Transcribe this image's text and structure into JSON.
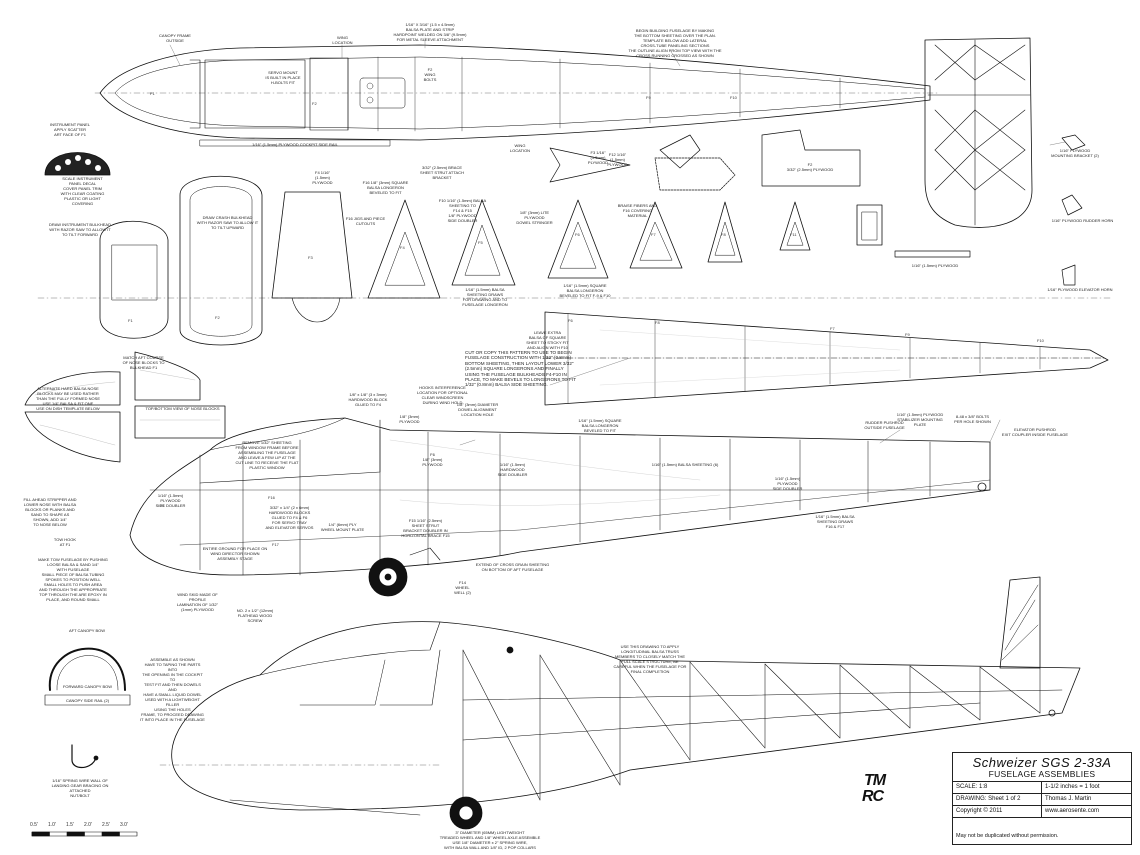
{
  "title_block": {
    "title": "Schweizer SGS 2-33A",
    "subtitle": "FUSELAGE ASSEMBLIES",
    "scale_label": "SCALE: 1:8",
    "scale_value": "1-1/2 inches = 1 foot",
    "drawing_label": "DRAWING: Sheet 1 of 2",
    "author": "Thomas J. Martin",
    "copyright": "Copyright © 2011",
    "website": "www.aerosente.com",
    "warning": "May not be duplicated without permission."
  },
  "logo": {
    "line1": "TM",
    "line2": "RC"
  },
  "scale_bar": {
    "ticks": [
      "0.5'",
      "1.0'",
      "1.5'",
      "2.0'",
      "2.5'",
      "3.0'"
    ]
  },
  "notes": {
    "canopy_frame": "CANOPY FRAME\nOUTSIDE",
    "wing_location": "WING\nLOCATION",
    "top_stringers": "1/16\" X 3/16\" (1.5 x 4.5mm)\nBALSA PLATE AND STRIP\nHARDPOINT WELDED ON 3/8\" (9.5mm)\nFOR METAL SLEEVE ATTACHMENT",
    "begin_building": "BEGIN BUILDING FUSELAGE BY MAKING\nTHE BOTTOM SHEETING OVER THE PLAN.\nTEMPLATE BELOW ADD LATERAL\nCROSS-TUBE PANELING SECTIONS\nTHE OUTLINE ALIGN FROM TOP VIEW WITH THE\nCROSS RUNNING CROSSED AS SHOWN",
    "servo_mount": "SERVO MOUNT\nIS BUILT IN PLACE\nH-BOLTS FIT",
    "wing_bolts": "F2\nWING\nBOLTS",
    "instrument_panel": "INSTRUMENT PANEL\nAPPLY SCATTER\nART FACE OF F1",
    "instrument_panel_detail": "SCALE INSTRUMENT\nPANEL DECAL\nCOVER PANEL TRIM\nWITH CLEAR COATING\nPLASTIC OR LIGHT\nCOVERING",
    "cockpit_side_rail": "1/16\" (1.5mm) PLYWOOD COCKPIT SIDE RAIL",
    "wing_location_lower": "WING\nLOCATION",
    "f3_plywood": "F3 1/16\"\n(1.5mm)\nPLYWOOD",
    "brace_strut": "3/32\" (2.5mm) BRACE\nSHEET STRUT ATTACH\nBRACKET",
    "f2_plywood": "F2\n3/32\" (2.5mm) PLYWOOD",
    "f4_plywood": "F4 1/16\"\n(1.5mm)\nPLYWOOD",
    "f4_cutouts": "F16 JIGS AND PIECE\nCUTOUTS",
    "f5_square_balsa": "F16 1/8\" (3mm) SQUARE\nBALSA LONGERON\nBEVELED TO FIT",
    "f6_balsa_sheet": "F10 1/16\" (1.5mm) BALSA\nSHEETING TO\nF14 & F15\n1/8\" PLYWOOD\nSIDE DOUBLER",
    "fuselage_sides": "1/8\" (3mm) LITE\nPLYWOOD\nDOWEL STRINGER",
    "carbon_fiber": "BRAISE FIBERS AND\nF16 COVERING\nMATERIAL",
    "square_balsa": "1/16\" (1.5mm) SQUARE\nBALSA LONGERON\nBEVELED TO FIT F-9 & F10",
    "inside_square": "1/16\" (1.5mm) BALSA\nSHEETING DRAWS\nFOR DRAWING AND TO\nFUSELAGE LONGERON",
    "crash_bulkhead": "DRAW CRASH BULKHEAD\nWITH RAZOR SAW TO ALLOW IT\nTO TILT UPWARD",
    "f1_bulkhead": "DRAW INSTRUMENT BULKHEAD\nWITH RAZOR SAW TO ALLOW IT\nTO TILT FORWARD",
    "attach_pieces": "MATCH AFT COURSE\nOF NOSE BLOCKS TO\nBULKHEAD F1",
    "nose_blocks": "ALTERNATE HARD BALSA NOSE\nBLOCKS MAY BE USED RATHER\nTHAN THE FULLY FORMED NOSE\nUSE 1/4\" BALSA & FIT ONE\nUSE ON DISH TEMPLATE BELOW",
    "nose_view": "TOP/BOTTOM VIEW OF NOSE BLOCKS",
    "lower_longerons": "CUT OR COPY THIS PATTERN TO USE TO BEGIN\nFUSELAGE CONSTRUCTION WITH 1/32\" (0.8mm)\nBOTTOM SHEETING, THEN LAYOUT LOWER 3/32\"\n(2.5mm) SQUARE LONGERONS AND FINALLY\nUSING THE FUSELAGE BULKHEADS F4-F10 IN\nPLACE, TO MAKE BEVELS TO LONGERONS TO FIT\n1/32\" (0.8mm) BALSA SIDE SHEETING.",
    "leave_extra": "LEAVE EXTRA\nBALSA OF SQUARE\nSHEET TO STICKY FIT\nAND ALIGN WITH F10",
    "hooks": "HOOKS INTERFERENCE\nLOCATION FOR OPTIONAL\nCLEAR WINDSCREEN\nDURING WIND HOLD",
    "canopy_fix": "1/8\" x 1/8\" (3 x 3mm)\nHARDWOOD BLOCK\nGLUED TO F4",
    "wingtip_ply": "1/8\" (3mm)\nPLYWOOD",
    "dowel": "1/8\" (3mm) DIAMETER\nDOWEL ALIGNMENT\nLOCATION HOLE",
    "remove_shim": "REMOVE 1/32\" SHEETING\nFROM WINDOW FRAME BEFORE\nASSEMBLING THE FUSELAGE\nAND LEAVE A FEW LIP AT THE\nCUT LINE TO RECEIVE THE FLAT\nPLASTIC WINDOW",
    "f6_ply": "F6\n1/8\" (3mm)\nPLYWOOD",
    "f5_hardwood": "1/16\" (1.5mm)\nHARDWOOD\nSIDE DOUBLER",
    "f7_balsa": "1/16\" (1.5mm) BALSA SHEETING (6)",
    "f8": "F8",
    "inside_doubler": "1/16\" (1.5mm)\nPLYWOOD\nSIDE DOUBLER",
    "square_balsa_long": "1/16\" (1.5mm) SQUARE\nBALSA LONGERON\nBEVELED TO FIT",
    "elevator_guides": "1/16\" (1.5mm) PLYWOOD\nSTABILIZER MOUNTING\nPLATE",
    "rudder_pushrod": "RUDDER PUSHROD\nOUTSIDE FUSELAGE",
    "brace_bolts": "8-48 x 3/8\" BOLTS\nPER HOLE SHOWN",
    "elevator_pushrod": "ELEVATOR PUSHROD\nEXIT COUPLER INSIDE FUSELAGE",
    "bill_ahead": "FILL AHEAD STRIPPER AND\nLOWER NOSE WITH BALSA\nBLOCKS OR PLANKS AND\nSAND TO SHAPE AS\nSHOWN, ADD 1/4\"\nTO NOSE BELOW",
    "lower_sheet": "1/16\" (1.5mm)\nPLYWOOD\nSIDE DOUBLER",
    "tow_hook": "TOW HOOK\nAT F1",
    "servo_tray": "3/32\" x 1/4\" (2 x 6mm)\nHARDWOOD BLOCKS\nGLUED TO F4 & F6\nFOR SERVO TRAY\nAND ELEVATOR SERVOS",
    "wheel_mount": "1/4\" (6mm) PLY\nWHEEL MOUNT PLATE",
    "aileron_servo": "F15 1/16\" (2.5mm)\nSHEET STRUT\nBRACKET DOUBLER IN\nHORIZONTAL BRACE F15",
    "f16_sheeting": "1/16\" (1.5mm) BALSA\nSHEETING DRAWS\nF16 & F17",
    "wheel_location": "F14\nWHEEL\nWELL (2)",
    "wing_mount": "ENTIRE GROUND FOR PLACE ON\nWIND DIRECTOR SHOWN\nASSEMBLY STAGE",
    "bottom_sheet": "EXTEND OF CROSS GRAIN SHEETING\nON BOTTOM OF AFT FUSELAGE",
    "make_nose": "MAKE TOW FUSELAGE BY PUSHING\nLOOSE BALSA & SAND 1/4\"\nWITH FUSELAGE\nSMALL PIECE OF BALSA TUBING\nSPOKES TO POSITION WELL\nSMALL HOLES TO PUSH AREA\nAND THROUGH THE APPROPRIATE\nTOP THROUGH THE ARE EPOXY IN\nPLACE, AND ROUND SMALL",
    "wheel_cap": "WIND SKID MADE OF\nPROFILE\nLAMINATION OF 1/32\"\n(1mm) PLYWOOD",
    "skid_screw": "NO. 2 x 1/2\" (12mm)\nFLATHEAD WOOD\nSCREW",
    "aft_canopy": "AFT CANOPY BOW",
    "forward_canopy": "FORWARD CANOPY BOW",
    "canopy_rail": "CANOPY SIDE RAIL (2)",
    "assemble": "ASSEMBLE AS SHOWN\nHAVE TO TAPING THE PARTS INTO\nTHE OPENING IN THE COCKPIT TO\nTEST FIT AND THEN DOWELS AND\nHAVE A SMALL LIQUID DOWEL\nUSED WITH A LIGHTWEIGHT FILLER\nUSING THE HOLES\nFRAME, TO PROCEED DRAWING\nIT INTO PLACE IN THE FUSELAGE",
    "spring": "1/16\" SPRING WIRE WALL OF\nLANDING GEAR BRACING ON ATTACHED\nNUT/BOLT",
    "use_drawing": "USE THIS DRAWING TO APPLY\nLONGITUDINAL BALSA TRUSS\nMEMBERS TO CLOSELY MATCH THE\nFULL SCALE STRUCTURE, BE\nCAREFUL WHEN THE FUSELAGE FOR\nFINAL COMPLETION",
    "wheel_axle": "3\" DIAMETER (65MM) LIGHTWEIGHT\nTREADED WHEEL AND 1/8\" WHEEL AXLE ASSEMBLE\nUSE 1/8\" DIAMETER x 2\" SPRING WIRE,\nWITH BALSA WALL AND 1/8\" ID, 2 POP COLLARS",
    "rudder_horn": "1/16\" PLYWOOD RUDDER HORN",
    "stab_mount": "1/16\" PLYWOOD\nMOUNTING BRACKET (2)",
    "elevator_horn": "1/16\" PLYWOOD ELEVATOR HORN",
    "tail_plate": "1/16\" (1.5mm) PLYWOOD",
    "f12_label": "F12 1/16\"\n(1.5mm)\nPLYWOOD"
  },
  "part_labels": {
    "f1": "F1",
    "f2": "F2",
    "f3": "F3",
    "f4": "F4",
    "f5": "F5",
    "f6": "F6",
    "f7": "F7",
    "f8": "F8",
    "f9": "F9",
    "f10": "F10",
    "f11": "F11",
    "f12": "F12",
    "f13": "F13",
    "f14": "F14",
    "f15": "F15",
    "f16": "F16",
    "f17": "F17"
  }
}
